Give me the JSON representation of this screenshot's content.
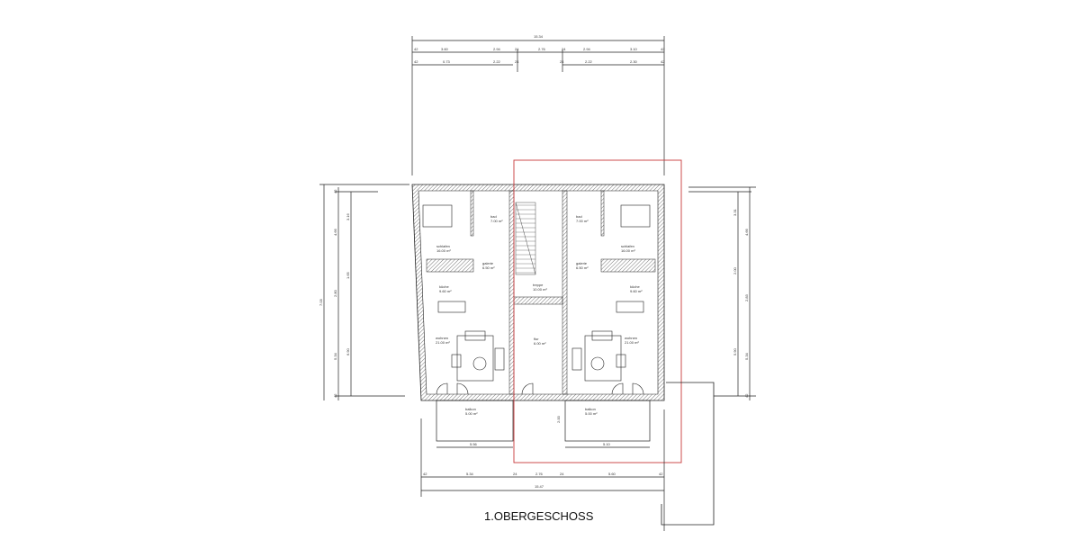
{
  "plan": {
    "title": "1.OBERGESCHOSS",
    "colors": {
      "lines": "#222222",
      "hatch": "#555555",
      "section_frame": "#c8393b"
    },
    "dimensions": {
      "top_overall": "15.34",
      "top_row1": [
        "42",
        "3.60",
        "2.94",
        "24",
        "2.76",
        "24",
        "2.94",
        "3.10",
        "42"
      ],
      "top_row2": [
        "42",
        "0.73",
        "2.22",
        "24",
        "24",
        "2.22",
        "2.30",
        "42"
      ],
      "bottom_row": [
        "42",
        "5.34",
        "24",
        "2.76",
        "24",
        "5.60",
        "42"
      ],
      "bottom_overall": "15.47",
      "left_overall": "7.03",
      "left_outer": [
        "42",
        "4.66",
        "2.80",
        "5.34",
        "42"
      ],
      "left_inner": [
        "3.16",
        "1.65",
        "6.90"
      ],
      "right_inner": [
        "3.31",
        "2.00",
        "5.90"
      ],
      "right_outer": [
        "4.66",
        "2.83",
        "5.34",
        "42"
      ],
      "balcony_left_width": "5.56",
      "balcony_right_width": "5.10",
      "balcony_depth": "2.00"
    },
    "rooms": [
      {
        "label": "schlafen",
        "area": "16.00 m²"
      },
      {
        "label": "bad",
        "area": "7.00 m²"
      },
      {
        "label": "galerie",
        "area": "6.50 m²"
      },
      {
        "label": "küche",
        "area": "9.60 m²"
      },
      {
        "label": "wohnen",
        "area": "21.00 m²"
      },
      {
        "label": "treppe",
        "area": "10.00 m²"
      },
      {
        "label": "flur",
        "area": "6.00 m²"
      },
      {
        "label": "bad",
        "area": "7.00 m²"
      },
      {
        "label": "schlafen",
        "area": "16.00 m²"
      },
      {
        "label": "galerie",
        "area": "6.50 m²"
      },
      {
        "label": "küche",
        "area": "9.60 m²"
      },
      {
        "label": "wohnen",
        "area": "21.00 m²"
      },
      {
        "label": "balkon",
        "area": "5.00 m²"
      },
      {
        "label": "balkon",
        "area": "5.00 m²"
      }
    ]
  }
}
